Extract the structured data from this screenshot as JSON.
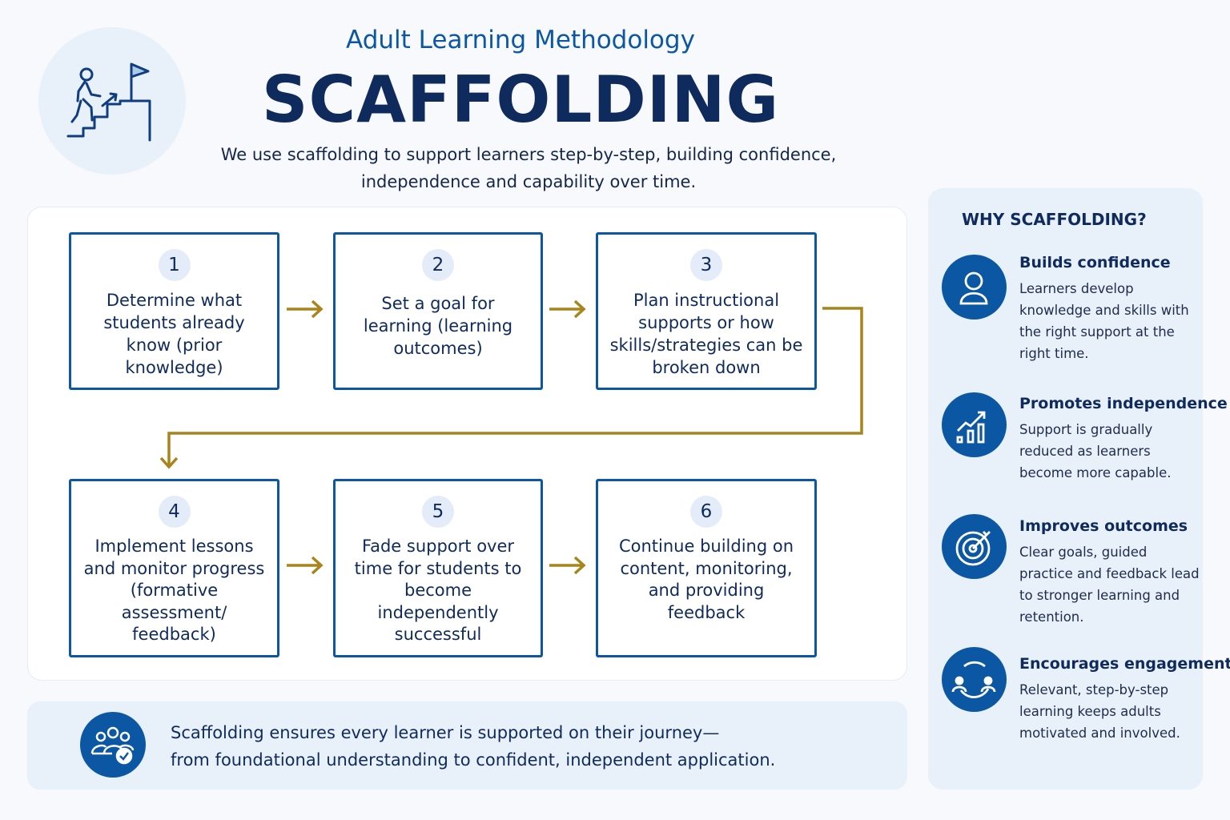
{
  "header": {
    "subtitle": "Adult Learning Methodology",
    "title": "SCAFFOLDING",
    "intro_line1": "We use scaffolding to support learners step-by-step, building confidence,",
    "intro_line2": "independence and capability over time."
  },
  "steps": [
    {
      "num": "1",
      "text": "Determine what students already know (prior knowledge)"
    },
    {
      "num": "2",
      "text": "Set a goal for learning (learning outcomes)"
    },
    {
      "num": "3",
      "text": "Plan instructional supports or how skills/strategies can be broken down"
    },
    {
      "num": "4",
      "text": "Implement lessons and monitor progress (formative assessment/ feedback)"
    },
    {
      "num": "5",
      "text": "Fade support over time for students to become independently successful"
    },
    {
      "num": "6",
      "text": "Continue building on content, monitoring, and providing feedback"
    }
  ],
  "banner": {
    "line1": "Scaffolding ensures every learner is supported on their journey—",
    "line2": "from foundational understanding to confident, independent application."
  },
  "sidebar": {
    "title": "WHY SCAFFOLDING?",
    "items": [
      {
        "icon": "person-icon",
        "title": "Builds confidence",
        "desc": "Learners develop knowledge and skills with the right support at the right time."
      },
      {
        "icon": "growth-chart-icon",
        "title": "Promotes independence",
        "desc": "Support is gradually reduced as learners become more capable."
      },
      {
        "icon": "target-icon",
        "title": "Improves outcomes",
        "desc": "Clear goals, guided practice and feedback lead to stronger learning and retention."
      },
      {
        "icon": "engagement-cycle-icon",
        "title": "Encourages engagement",
        "desc": "Relevant, step-by-step learning keeps adults motivated and involved."
      }
    ]
  },
  "colors": {
    "navy": "#0f2a5c",
    "blue": "#0b57a4",
    "gold": "#a8841a",
    "panel": "#e8f0fa"
  }
}
